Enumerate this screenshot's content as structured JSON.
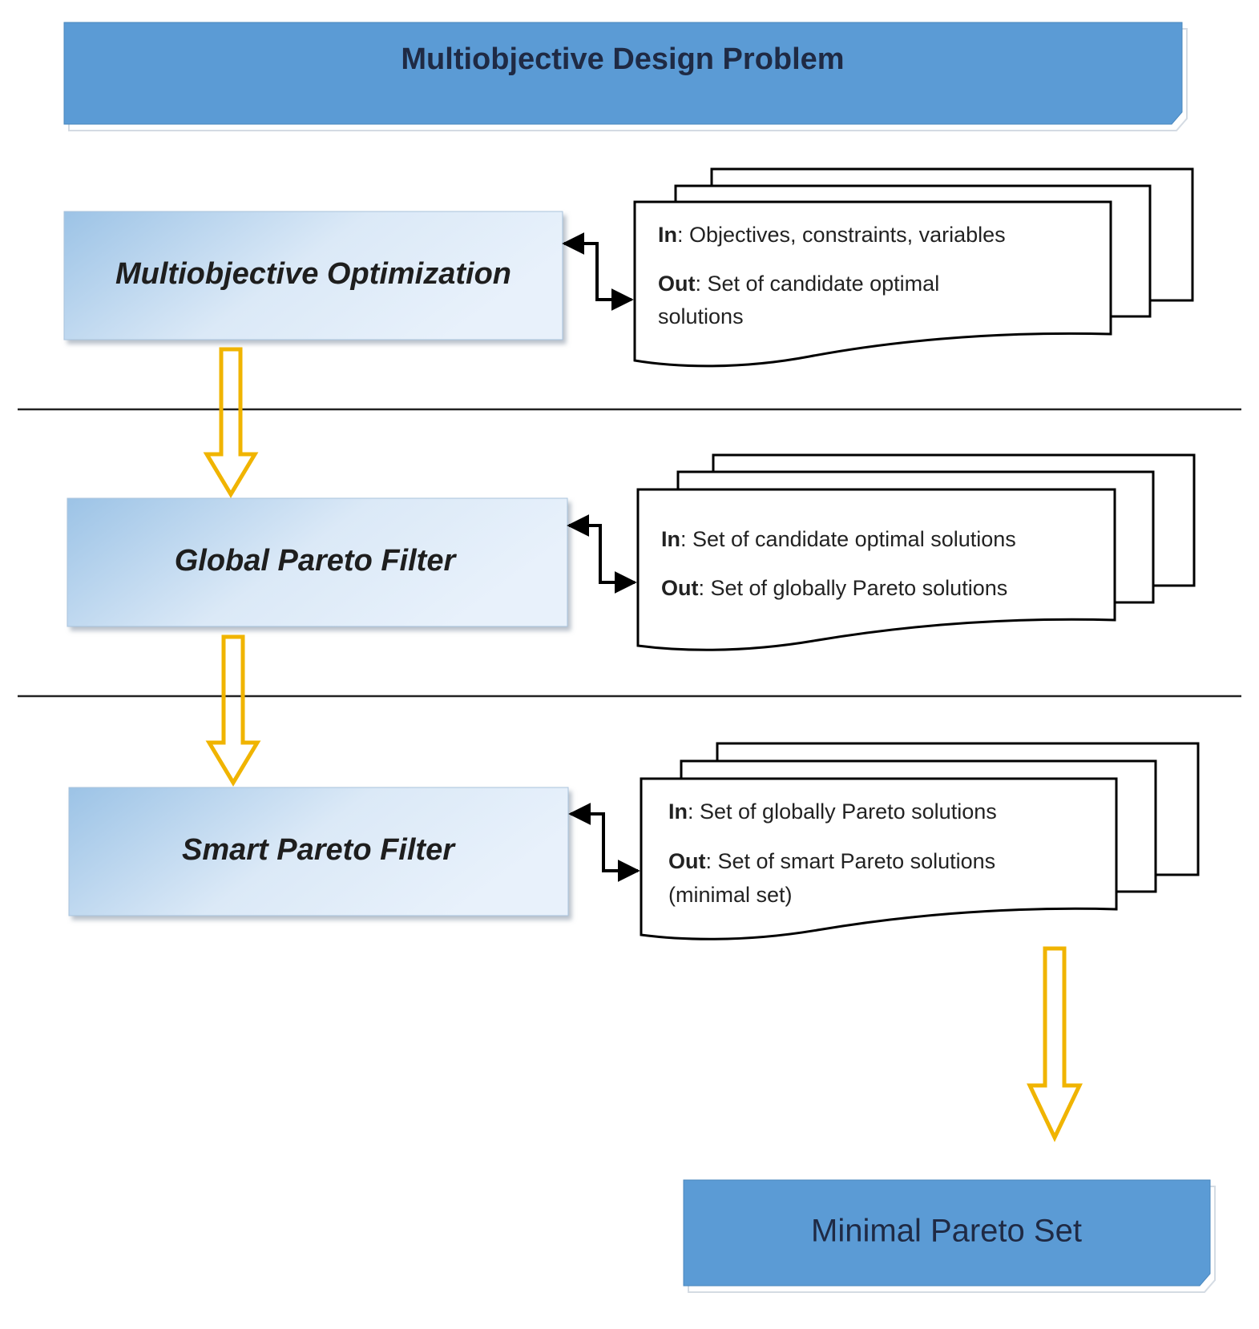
{
  "title": "Multiobjective Design Problem",
  "steps": [
    {
      "label": "Multiobjective Optimization",
      "in_label": "In",
      "in_text": ": Objectives, constraints, variables",
      "out_label": "Out",
      "out_lines": [
        ": Set of candidate optimal",
        "solutions"
      ]
    },
    {
      "label": "Global Pareto Filter",
      "in_label": "In",
      "in_text": ": Set of candidate optimal solutions",
      "out_label": "Out",
      "out_lines": [
        ": Set of globally Pareto solutions"
      ]
    },
    {
      "label": "Smart Pareto Filter",
      "in_label": "In",
      "in_text": ": Set of globally Pareto solutions",
      "out_label": "Out",
      "out_lines": [
        ": Set of smart Pareto solutions",
        "(minimal set)"
      ]
    }
  ],
  "result": "Minimal Pareto Set",
  "colors": {
    "banner_fill": "#5b9bd5",
    "step_fill_dark": "#9cc3e6",
    "step_fill_light": "#e3eef9",
    "flow_arrow": "#f0b400",
    "link_arrow": "#000000",
    "divider": "#222222"
  },
  "icons": {
    "flow_arrow": "hollow-down-arrow-icon",
    "link_arrow": "double-headed-elbow-arrow-icon",
    "document_stack": "multi-document-icon"
  }
}
